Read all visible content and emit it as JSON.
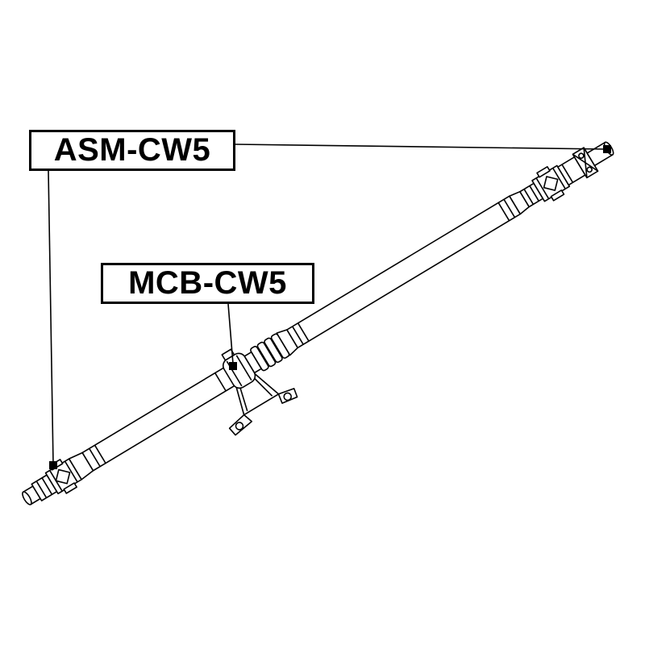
{
  "diagram": {
    "type": "auto-part-line-drawing",
    "subject": "propeller-shaft-assembly-with-center-bearing",
    "colors": {
      "line": "#000000",
      "background": "#ffffff",
      "marker": "#000000"
    },
    "labels": {
      "asm": {
        "text": "ASM-CW5"
      },
      "mcb": {
        "text": "MCB-CW5"
      }
    }
  }
}
